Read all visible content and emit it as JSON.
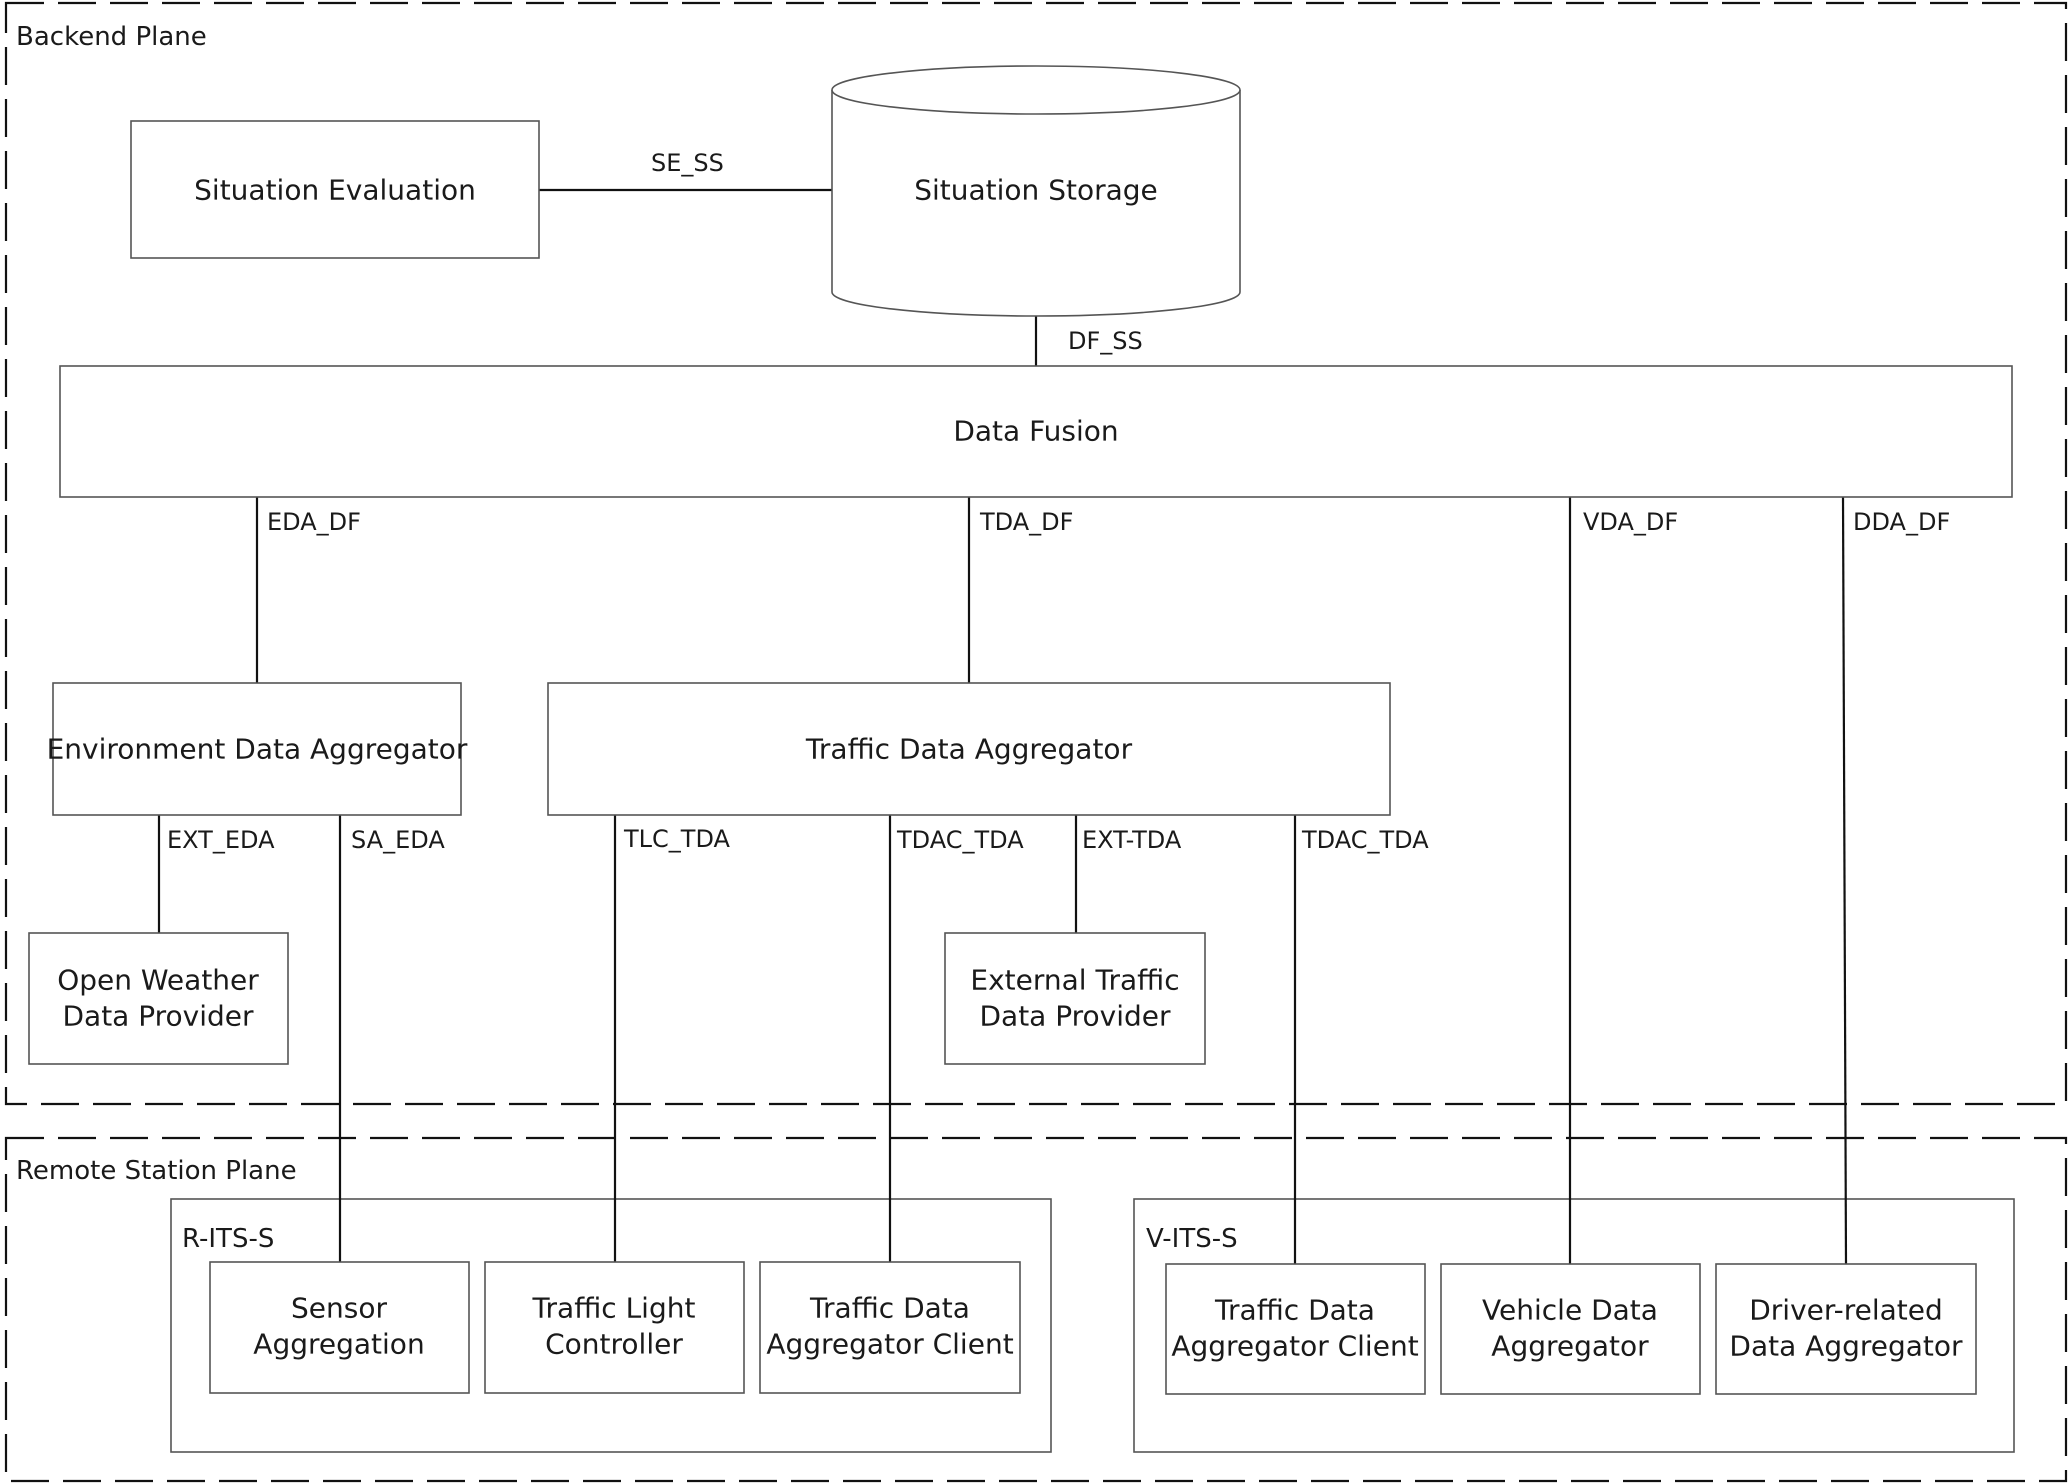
{
  "planes": {
    "backend": "Backend Plane",
    "remote": "Remote Station Plane"
  },
  "groups": {
    "r_its_s": "R-ITS-S",
    "v_its_s": "V-ITS-S"
  },
  "boxes": {
    "situation_evaluation": [
      "Situation Evaluation"
    ],
    "situation_storage": [
      "Situation Storage"
    ],
    "data_fusion": [
      "Data Fusion"
    ],
    "environment_data_aggregator": [
      "Environment Data Aggregator"
    ],
    "traffic_data_aggregator": [
      "Traffic Data Aggregator"
    ],
    "open_weather_data_provider": [
      "Open Weather",
      "Data Provider"
    ],
    "external_traffic_data_provider": [
      "External Traffic",
      "Data Provider"
    ],
    "sensor_aggregation": [
      "Sensor",
      "Aggregation"
    ],
    "traffic_light_controller": [
      "Traffic Light",
      "Controller"
    ],
    "r_traffic_data_aggregator_client": [
      "Traffic Data",
      "Aggregator Client"
    ],
    "v_traffic_data_aggregator_client": [
      "Traffic Data",
      "Aggregator Client"
    ],
    "vehicle_data_aggregator": [
      "Vehicle Data",
      "Aggregator"
    ],
    "driver_related_data_aggregator": [
      "Driver-related",
      "Data Aggregator"
    ]
  },
  "interfaces": {
    "se_ss": "SE_SS",
    "df_ss": "DF_SS",
    "eda_df": "EDA_DF",
    "tda_df": "TDA_DF",
    "vda_df": "VDA_DF",
    "dda_df": "DDA_DF",
    "ext_eda": "EXT_EDA",
    "sa_eda": "SA_EDA",
    "tlc_tda": "TLC_TDA",
    "tdac_tda_r": "TDAC_TDA",
    "ext_tda": "EXT-TDA",
    "tdac_tda_v": "TDAC_TDA"
  }
}
